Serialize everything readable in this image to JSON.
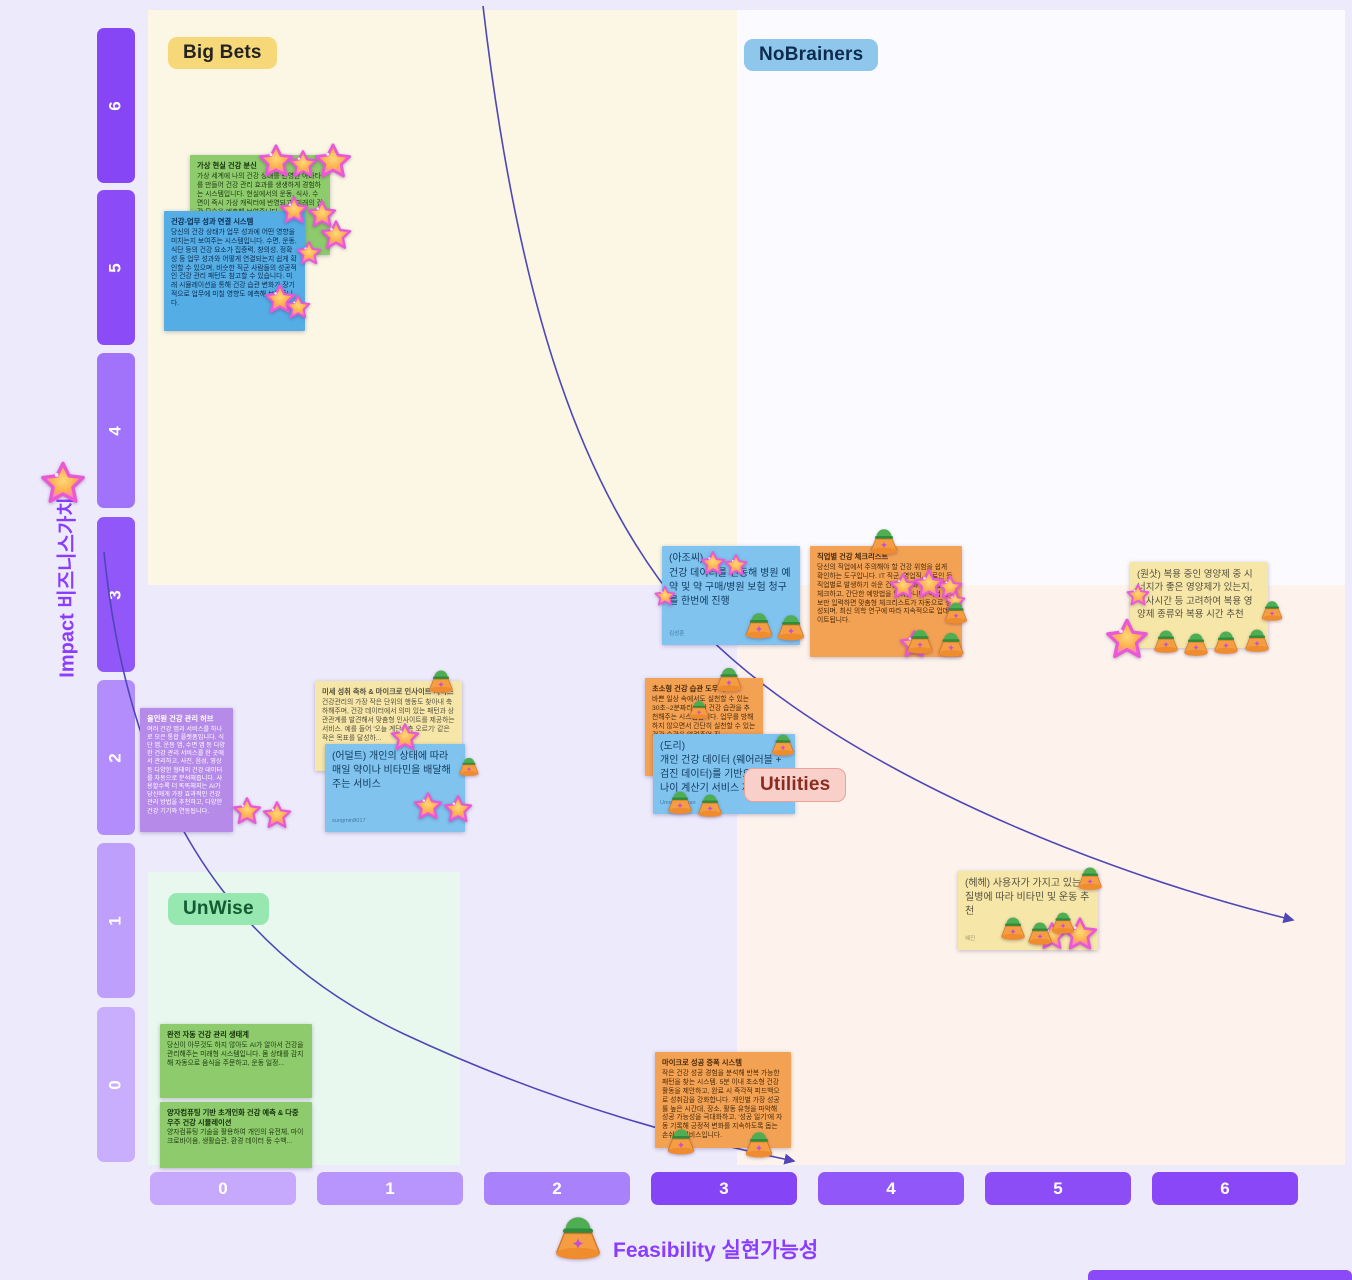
{
  "axes": {
    "y_label": "Impact 비즈니스가치",
    "x_label": "Feasibility 실현가능성",
    "y_ticks": [
      "6",
      "5",
      "4",
      "3",
      "2",
      "1",
      "0"
    ],
    "x_ticks": [
      "0",
      "1",
      "2",
      "3",
      "4",
      "5",
      "6"
    ]
  },
  "quadrants": {
    "big_bets": "Big Bets",
    "nobrainers": "NoBrainers",
    "unwise": "UnWise",
    "utilities": "Utilities"
  },
  "notes": {
    "vr_avatar": {
      "title": "가상 현실 건강 분신",
      "body": "가상 세계에 나의 건강 상태를 반영한 아바타를 만들어 건강 관리 효과를 생생하게 경험하는 시스템입니다. 현실에서의 운동, 식사, 수면이 즉시 가상 캐릭터에 반영되고, 미래의 건강 모습을 예측해 보여줍니다."
    },
    "health_work": {
      "title": "건강-업무 성과 연결 시스템",
      "body": "당신의 건강 상태가 업무 성과에 어떤 영향을 미치는지 보여주는 시스템입니다. 수면, 운동, 식단 등의 건강 요소가 집중력, 창의성, 정확성 등 업무 성과와 어떻게 연결되는지 쉽게 확인할 수 있으며, 비슷한 직군 사람들의 성공적인 건강 관리 패턴도 참고할 수 있습니다. 미래 시뮬레이션을 통해 건강 습관 변화가 장기적으로 업무에 미칠 영향도 예측해 보여줍니다."
    },
    "ajossi": {
      "title": "(아조씨)",
      "body": "건강 데이터를 연동해 병원 예약 및 약 구매/병원 보험 청구를 한번에 진행",
      "author": "김성훈"
    },
    "job_checklist": {
      "title": "직업별 건강 체크리스트",
      "body": "당신의 직업에서 주의해야 할 건강 위험을 쉽게 확인하는 도구입니다. IT 직군, 영업직, 의료인 등 직업별로 발생하기 쉬운 건강 문제와 그 조짐을 체크하고, 간단한 예방법을 알려줍니다. 직업 정보만 입력하면 맞춤형 체크리스트가 자동으로 생성되며, 최신 의학 연구에 따라 지속적으로 업데이트됩니다."
    },
    "oneshot": {
      "title": "(원샷)",
      "body": "복용 중인 영양제 중 시너지가 좋은 영양제가 있는지, 식사시간 등 고려하여 복용 영양제 종류와 복용 시간 추천"
    },
    "micro_insight": {
      "title": "미세 성취 축하 & 마이크로 인사이트 서비스",
      "body": "건강관리의 가장 작은 단위의 행동도 찾아내 축하해주며, 건강 데이터에서 의미 있는 패턴과 상관관계를 발견해서 맞춤형 인사이트를 제공하는 서비스. 예를 들어 '오늘 계단 3층 오르기' 같은 작은 목표를 달성하..."
    },
    "adult": {
      "title": "(어덜트)",
      "body": "개인의 상태에 따라 매일 약이나 비타민을 배달해주는 서비스",
      "author": "sungmin8017"
    },
    "allinone": {
      "title": "올인원 건강 관리 허브",
      "body": "여러 건강 앱과 서비스를 하나로 모은 통합 플랫폼입니다. 식단 앱, 운동 앱, 수면 앱 등 다양한 건강 관리 서비스를 한 곳에서 관리하고, 사진, 음성, 영상 등 다양한 형태의 건강 데이터를 자동으로 분석해줍니다. 사용할수록 더 똑똑해지는 AI가 당신에게 가장 효과적인 건강 관리 방법을 추천하고, 다양한 건강 기기와 연동됩니다."
    },
    "micro_habit": {
      "title": "초소형 건강 습관 도우미",
      "body": "바쁜 일상 속에서도 실천할 수 있는 30초~2분짜리 미니 건강 습관을 추천해주는 시스템입니다. 업무를 방해하지 않으면서 간단히 실천할 수 있는 건강 습관을 알려주어 직..."
    },
    "dori": {
      "title": "(도리)",
      "body": "개인 건강 데이터 (웨어러블 + 검진 데이터)를 기반으로 건강 나이 계산기 서비스 제공",
      "author": "Uma Thurman"
    },
    "hehe": {
      "title": "(헤헤)",
      "body": "사용자가 가지고 있는 질병에 따라 비타민 및 운동 추천",
      "author": "혜진"
    },
    "auto_eco": {
      "title": "완전 자동 건강 관리 생태계",
      "body": "당신이 아무것도 하지 않아도 AI가 알아서 건강을 관리해주는 미래형 시스템입니다. 몸 상태를 감지해 자동으로 음식을 주문하고, 운동 일정..."
    },
    "quantum": {
      "title": "양자컴퓨팅 기반 초개인화 건강 예측 & 다중우주 건강 시뮬레이션",
      "body": "양자컴퓨팅 기술을 활용하여 개인의 유전체, 마이크로바이옴, 생활습관, 환경 데이터 등 수백..."
    },
    "micro_success": {
      "title": "마이크로 성공 증폭 시스템",
      "body": "작은 건강 성공 경험을 분석해 반복 가능한 패턴을 찾는 시스템. 5분 이내 초소형 건강 활동을 제안하고, 완료 시 즉각적 피드백으로 성취감을 강화합니다. 개인별 가장 성공률 높은 시간대, 장소, 활동 유형을 파악해 성공 가능성을 극대화하고, '성공 일기'에 자동 기록해 긍정적 변화를 지속하도록 돕는 손쉬운 서비스입니다."
    }
  },
  "icons": {
    "star_sticker": "3d pink-orange star sticker",
    "ufo_sticker": "green-dome orange cone ufo sticker"
  },
  "colors": {
    "accent_purple": "#8b3dff",
    "curve_indigo": "#4f46b8",
    "axis_dark": "#8544f6",
    "axis_light": "#c9aefd",
    "chip_bigbets": "#f6d878",
    "chip_nobrainers": "#8fc6ec",
    "chip_unwise": "#96e7b0",
    "chip_utilities": "#f9d0c9"
  }
}
